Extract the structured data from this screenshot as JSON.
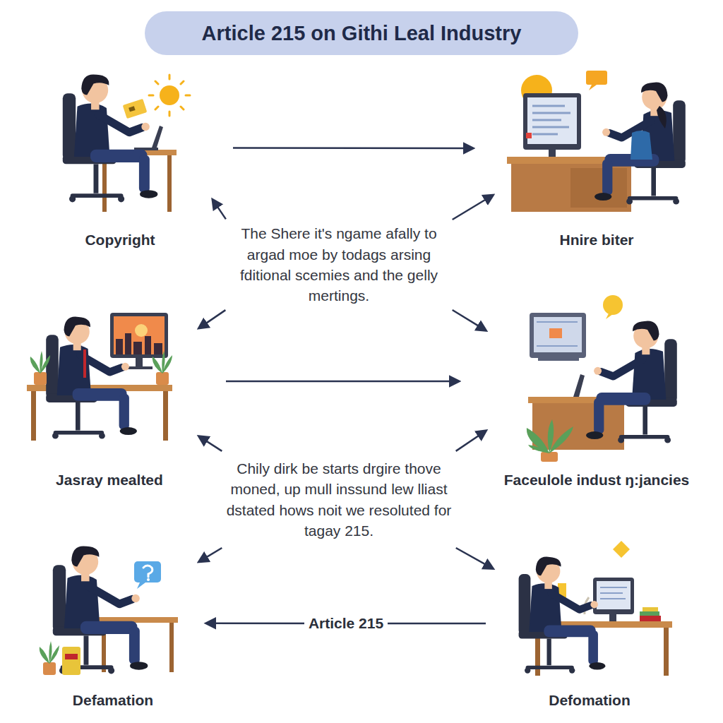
{
  "diagram": {
    "title": "Article 215 on Githi Leal Industry",
    "nodes": [
      {
        "text": [
          "Copyright"
        ]
      },
      {
        "text": [
          "Hnire biter"
        ]
      },
      {
        "text": [
          "The Shere it's ngame afally to argad moe by todags arsing fditional scemies and the gelly mertings."
        ]
      },
      {
        "text": [
          "Jasray mealted"
        ]
      },
      {
        "text": [
          "Faceulole indust ŋ:jancies"
        ]
      },
      {
        "text": [
          "Chily dirk be starts drgire thove moned, up mull inssund lew lliast dstated hows noit we resoluted for tagay 215."
        ]
      },
      {
        "text": [
          "Defamation"
        ]
      },
      {
        "text": [
          "Defomation"
        ]
      }
    ],
    "edges": [
      {
        "from": 0,
        "to": 1,
        "arrow": "to"
      },
      {
        "from": 3,
        "to": 4,
        "arrow": "to"
      },
      {
        "from": 7,
        "to": 6,
        "label": "Article 215",
        "arrow": "to"
      },
      {
        "from": 2,
        "to": 0,
        "arrow": "to"
      },
      {
        "from": 2,
        "to": 1,
        "arrow": "to"
      },
      {
        "from": 2,
        "to": 3,
        "arrow": "to"
      },
      {
        "from": 2,
        "to": 4,
        "arrow": "to"
      },
      {
        "from": 5,
        "to": 3,
        "arrow": "to"
      },
      {
        "from": 5,
        "to": 4,
        "arrow": "to"
      },
      {
        "from": 5,
        "to": 6,
        "arrow": "to"
      },
      {
        "from": 5,
        "to": 7,
        "arrow": "to"
      }
    ]
  }
}
